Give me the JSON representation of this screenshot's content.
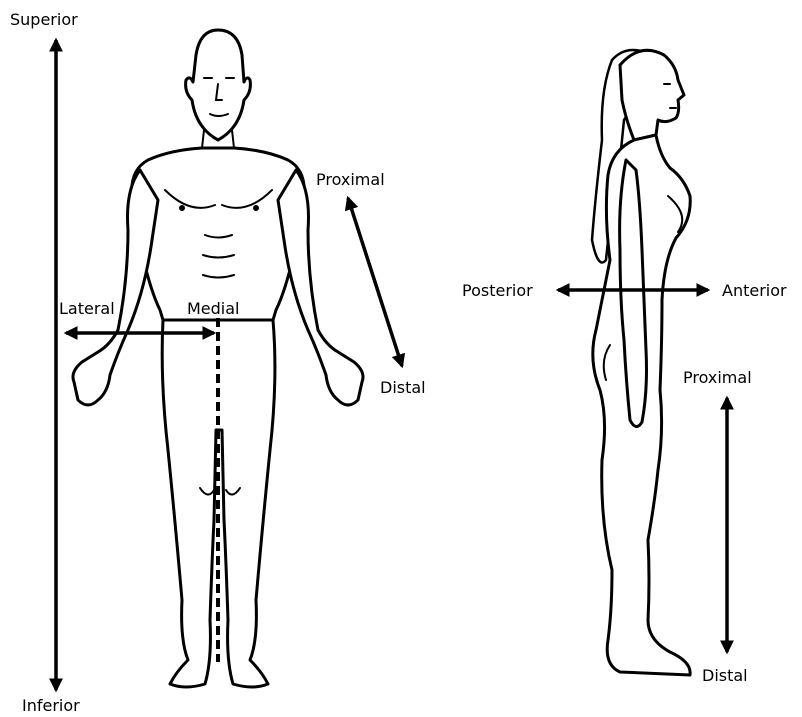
{
  "labels": {
    "superior": "Superior",
    "inferior": "Inferior",
    "lateral": "Lateral",
    "medial": "Medial",
    "proximal_arm": "Proximal",
    "distal_arm": "Distal",
    "posterior": "Posterior",
    "anterior": "Anterior",
    "proximal_leg": "Proximal",
    "distal_leg": "Distal"
  }
}
